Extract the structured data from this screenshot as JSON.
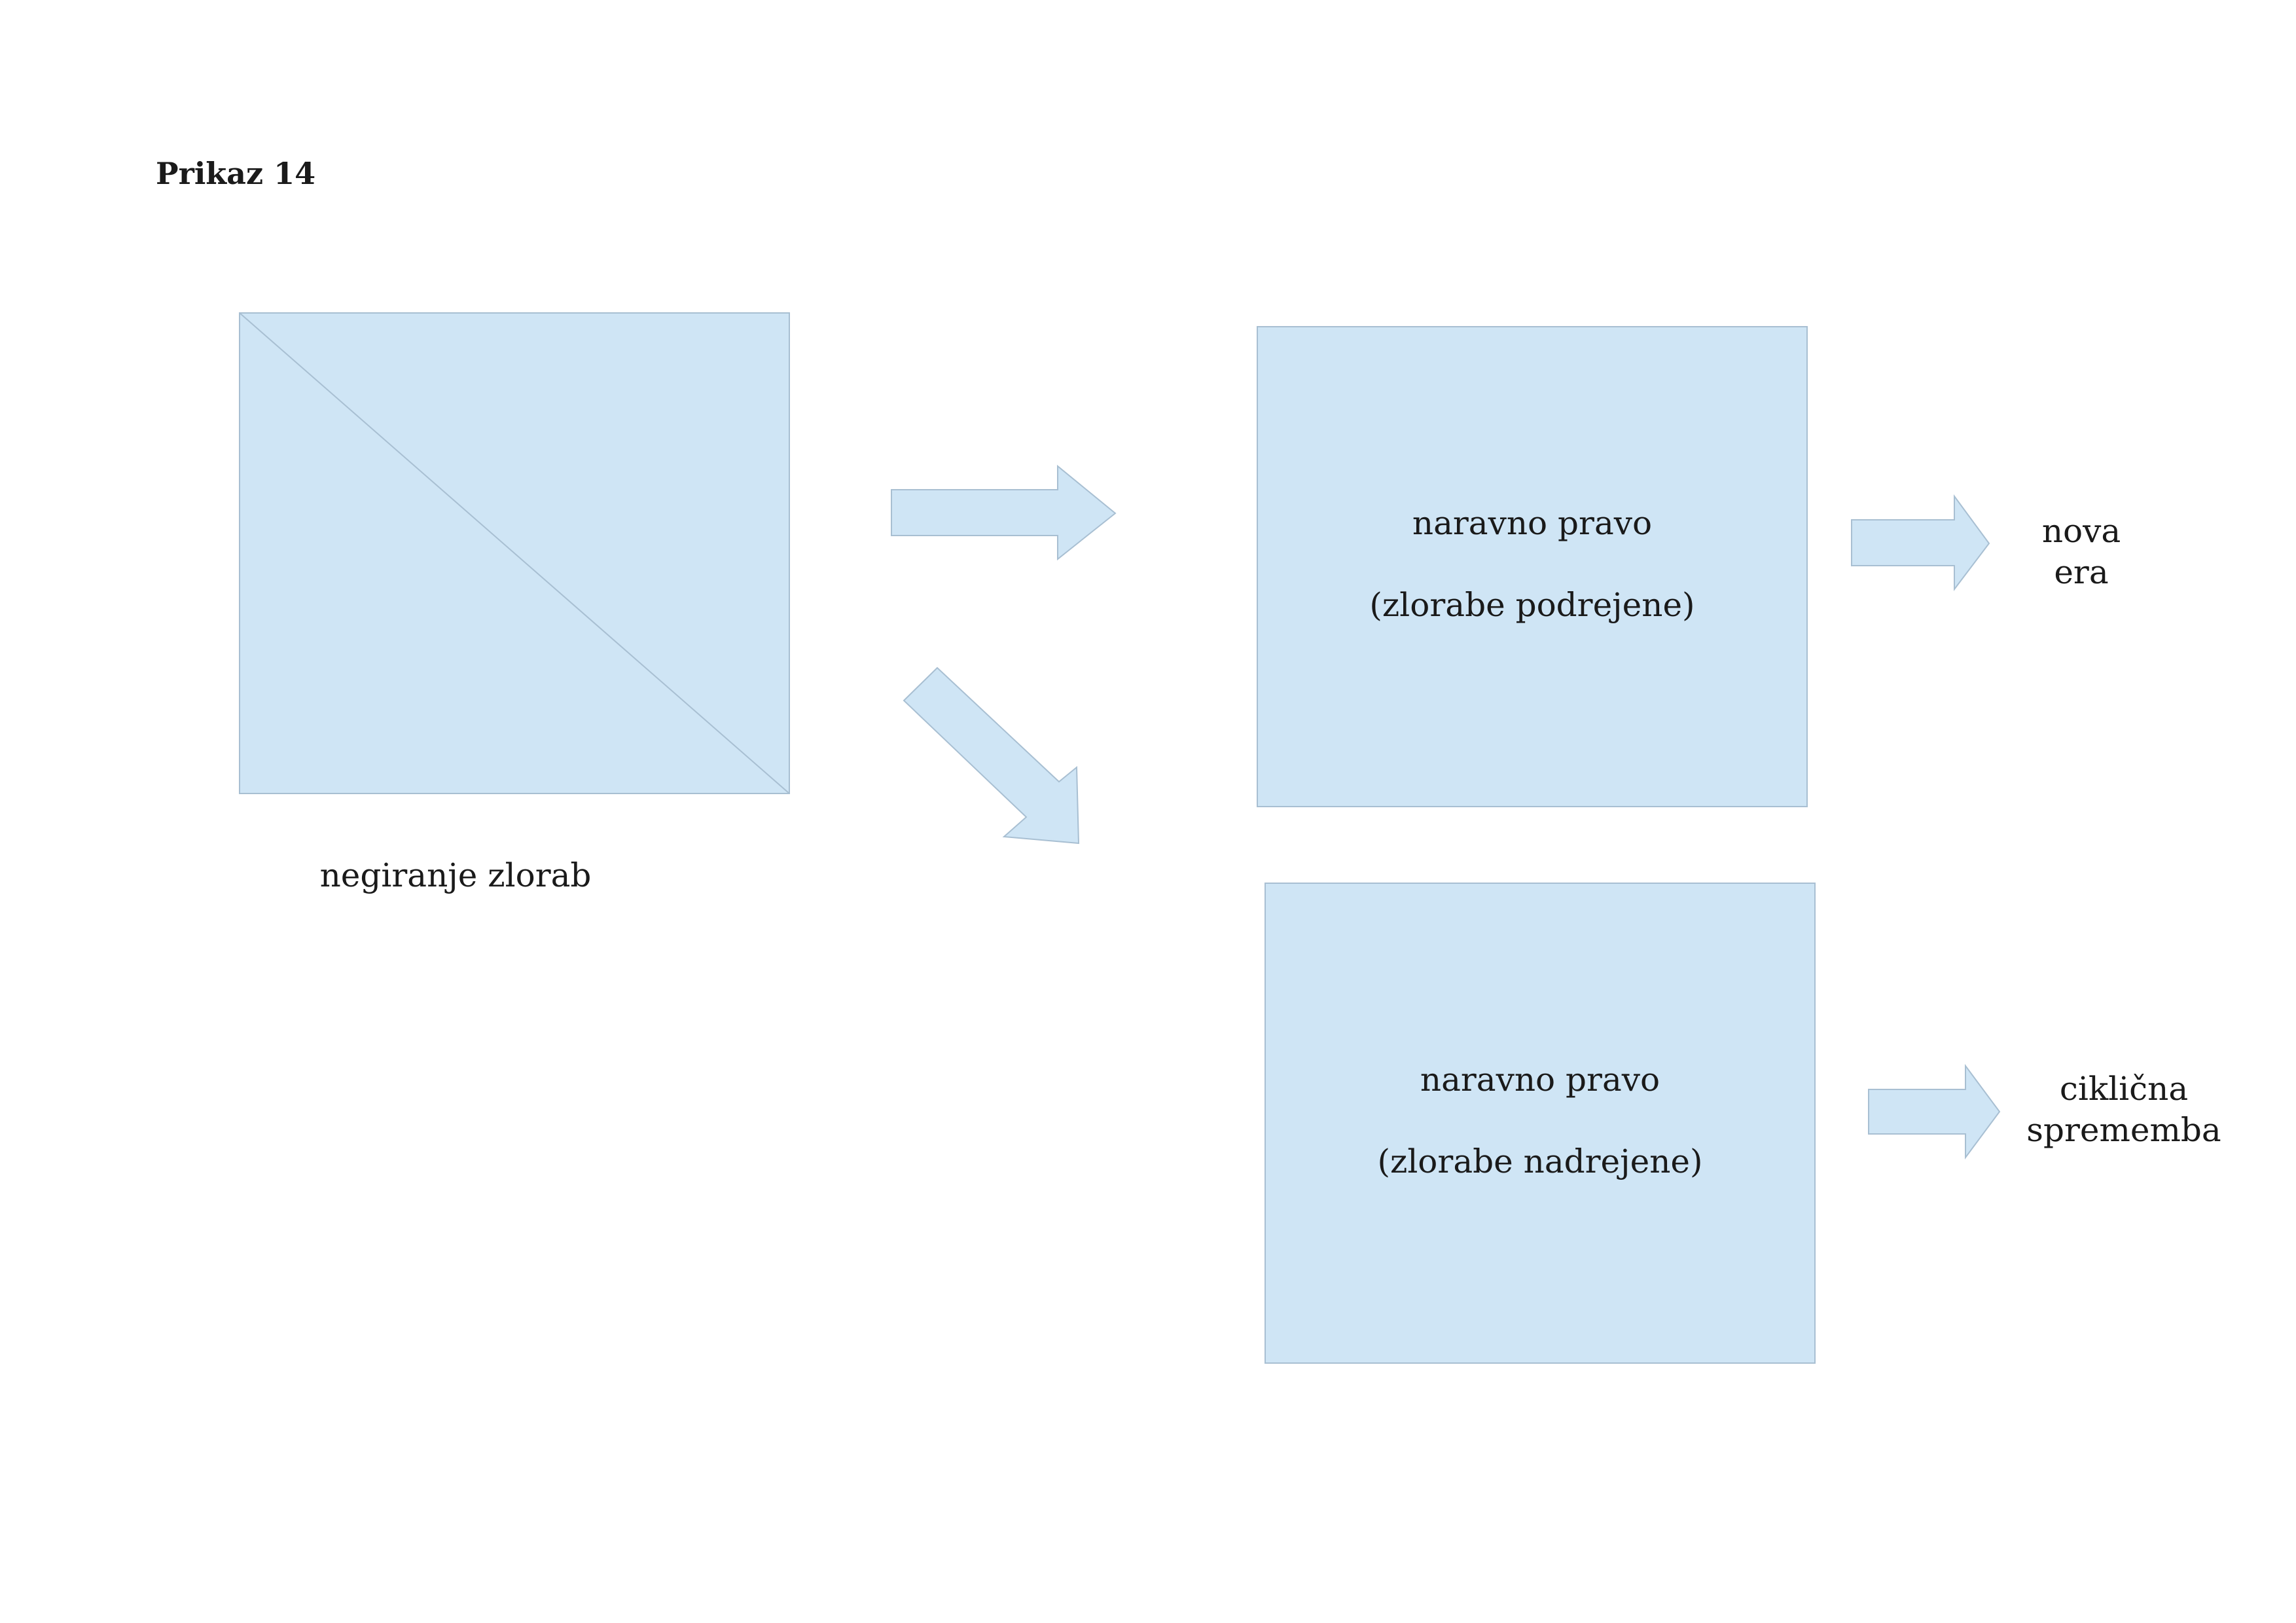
{
  "title": "Prikaz 14",
  "colors": {
    "shape_fill": "#cfe5f5",
    "shape_stroke": "#a8bfd2",
    "text": "#1a1a1a"
  },
  "nodes": {
    "negation": {
      "label": "negiranje zlorab"
    },
    "natural_subordinate": {
      "line1": "naravno pravo",
      "line2": "(zlorabe podrejene)"
    },
    "natural_superior": {
      "line1": "naravno pravo",
      "line2": "(zlorabe nadrejene)"
    },
    "new_era": {
      "line1": "nova",
      "line2": "era"
    },
    "cyclic_change": {
      "line1": "ciklična",
      "line2": "sprememba"
    }
  },
  "edges": [
    {
      "from": "negation",
      "to": "natural_subordinate"
    },
    {
      "from": "negation",
      "to": "natural_superior"
    },
    {
      "from": "natural_subordinate",
      "to": "new_era"
    },
    {
      "from": "natural_superior",
      "to": "cyclic_change"
    }
  ]
}
